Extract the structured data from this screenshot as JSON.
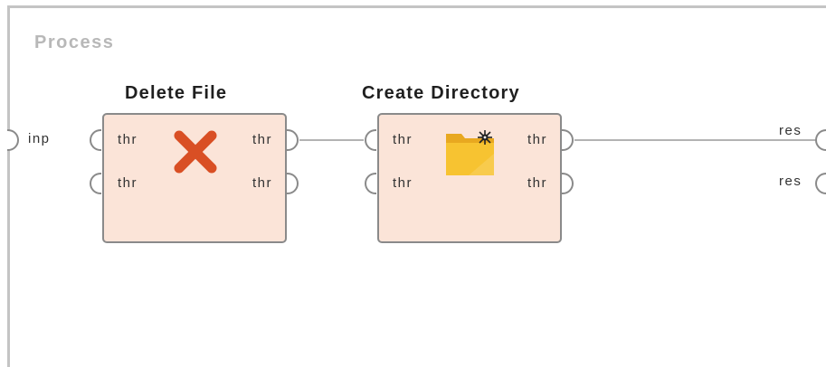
{
  "process": {
    "title": "Process"
  },
  "inputs": {
    "label": "inp"
  },
  "results": {
    "label1": "res",
    "label2": "res"
  },
  "operators": [
    {
      "title": "Delete File",
      "icon": "delete-x-icon",
      "in_ports": [
        "thr",
        "thr"
      ],
      "out_ports": [
        "thr",
        "thr"
      ]
    },
    {
      "title": "Create Directory",
      "icon": "new-folder-icon",
      "in_ports": [
        "thr",
        "thr"
      ],
      "out_ports": [
        "thr",
        "thr"
      ]
    }
  ],
  "colors": {
    "operator_fill": "#fbe4d8",
    "delete_icon": "#d94f24",
    "folder_icon": "#f7c331"
  }
}
